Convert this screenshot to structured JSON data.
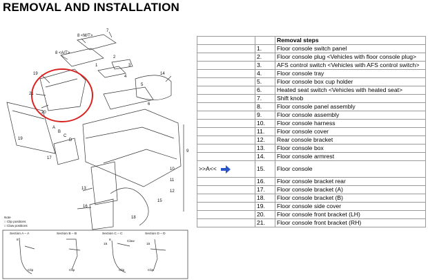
{
  "page": {
    "title": "REMOVAL AND INSTALLATION"
  },
  "table": {
    "header": "Removal steps",
    "rows": [
      {
        "num": "1.",
        "step": "Floor console switch panel",
        "ref": ""
      },
      {
        "num": "2.",
        "step": "Floor console plug <Vehicles with floor console plug>",
        "ref": ""
      },
      {
        "num": "3.",
        "step": "AFS control switch <Vehicles with AFS control switch>",
        "ref": ""
      },
      {
        "num": "4.",
        "step": "Floor console tray",
        "ref": ""
      },
      {
        "num": "5.",
        "step": "Floor console box cup holder",
        "ref": ""
      },
      {
        "num": "6.",
        "step": "Heated seat switch <Vehicles with heated seat>",
        "ref": ""
      },
      {
        "num": "7.",
        "step": "Shift knob",
        "ref": ""
      },
      {
        "num": "8.",
        "step": "Floor console panel assembly",
        "ref": ""
      },
      {
        "num": "9.",
        "step": "Floor console assembly",
        "ref": ""
      },
      {
        "num": "10.",
        "step": "Floor console harness",
        "ref": ""
      },
      {
        "num": "11.",
        "step": "Floor console cover",
        "ref": ""
      },
      {
        "num": "12.",
        "step": "Rear console bracket",
        "ref": ""
      },
      {
        "num": "13.",
        "step": "Floor console box",
        "ref": ""
      },
      {
        "num": "14.",
        "step": "Floor console armrest",
        "ref": ""
      },
      {
        "num": "15.",
        "step": "Floor console",
        "ref": ">>A<<"
      },
      {
        "num": "16.",
        "step": "Floor console bracket rear",
        "ref": ""
      },
      {
        "num": "17.",
        "step": "Floor console bracket (A)",
        "ref": ""
      },
      {
        "num": "18.",
        "step": "Floor console bracket (B)",
        "ref": ""
      },
      {
        "num": "19.",
        "step": "Floor console side cover",
        "ref": ""
      },
      {
        "num": "20.",
        "step": "Floor console front bracket (LH)",
        "ref": ""
      },
      {
        "num": "21.",
        "step": "Floor console front bracket (RH)",
        "ref": ""
      }
    ]
  },
  "diagram": {
    "callouts": [
      "8 <M/T>",
      "7",
      "8 <A/T>",
      "1",
      "2",
      "3",
      "4",
      "5",
      "6",
      "14",
      "19",
      "21",
      "20",
      "9",
      "10",
      "11",
      "12",
      "13",
      "15",
      "16",
      "17",
      "18",
      "A",
      "B",
      "C",
      "D",
      "19"
    ],
    "note_heading": "Note",
    "note_lines": [
      "○ Clip positions",
      "□ Claw positions"
    ],
    "sections": [
      "Section A – A",
      "Section B – B",
      "Section C – C",
      "Section D – D"
    ],
    "section_labels": [
      "8",
      "Clip",
      "Clip",
      "15",
      "8",
      "Claw",
      "Clip",
      "15",
      "Clip"
    ],
    "highlight_color": "#d9201f",
    "arrow_color": "#2a55c8"
  }
}
